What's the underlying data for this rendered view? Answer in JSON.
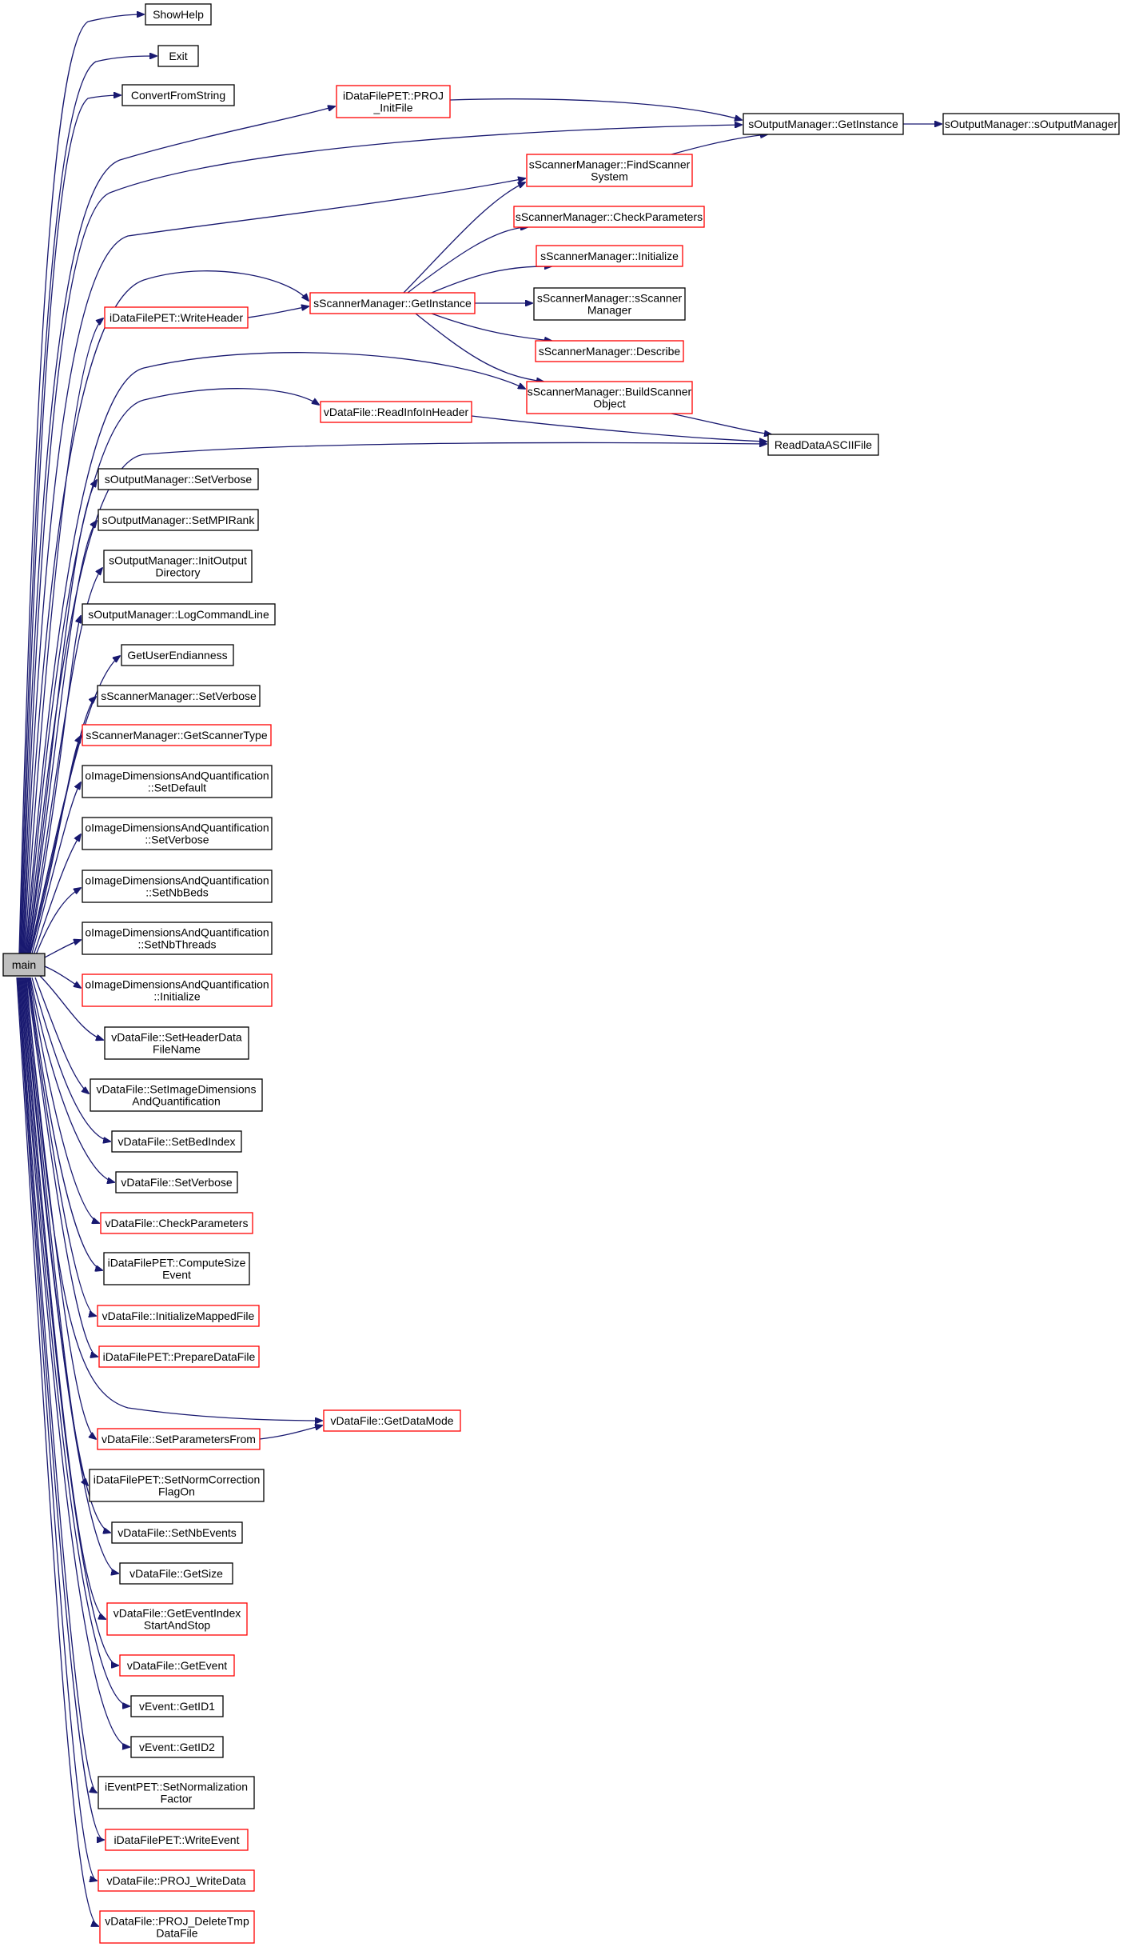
{
  "colors": {
    "edge": "#191970",
    "node_border": "#000000",
    "node_border_incomplete": "#ff0000",
    "root_fill": "#bfbfbf"
  },
  "graph": {
    "root": {
      "id": "main",
      "label": "main"
    },
    "nodes": [
      {
        "id": "showhelp",
        "lines": [
          "ShowHelp"
        ],
        "red": false
      },
      {
        "id": "exit",
        "lines": [
          "Exit"
        ],
        "red": false
      },
      {
        "id": "convertfromstring",
        "lines": [
          "ConvertFromString"
        ],
        "red": false
      },
      {
        "id": "proj-initfile",
        "lines": [
          "iDataFilePET::PROJ",
          "_InitFile"
        ],
        "red": true
      },
      {
        "id": "out-getinstance",
        "lines": [
          "sOutputManager::GetInstance"
        ],
        "red": false
      },
      {
        "id": "out-ctor",
        "lines": [
          "sOutputManager::sOutputManager"
        ],
        "red": false
      },
      {
        "id": "findscanner",
        "lines": [
          "sScannerManager::FindScanner",
          "System"
        ],
        "red": true
      },
      {
        "id": "checkparams-scanner",
        "lines": [
          "sScannerManager::CheckParameters"
        ],
        "red": true
      },
      {
        "id": "scanner-initialize",
        "lines": [
          "sScannerManager::Initialize"
        ],
        "red": true
      },
      {
        "id": "writeheader",
        "lines": [
          "iDataFilePET::WriteHeader"
        ],
        "red": true
      },
      {
        "id": "scanner-getinstance",
        "lines": [
          "sScannerManager::GetInstance"
        ],
        "red": true
      },
      {
        "id": "scanner-ctor",
        "lines": [
          "sScannerManager::sScanner",
          "Manager"
        ],
        "red": false
      },
      {
        "id": "scanner-describe",
        "lines": [
          "sScannerManager::Describe"
        ],
        "red": true
      },
      {
        "id": "buildscanner",
        "lines": [
          "sScannerManager::BuildScanner",
          "Object"
        ],
        "red": true
      },
      {
        "id": "readinfoinheader",
        "lines": [
          "vDataFile::ReadInfoInHeader"
        ],
        "red": true
      },
      {
        "id": "readdataascii",
        "lines": [
          "ReadDataASCIIFile"
        ],
        "red": false
      },
      {
        "id": "out-setverbose",
        "lines": [
          "sOutputManager::SetVerbose"
        ],
        "red": false
      },
      {
        "id": "out-setmpirank",
        "lines": [
          "sOutputManager::SetMPIRank"
        ],
        "red": false
      },
      {
        "id": "out-initoutputdir",
        "lines": [
          "sOutputManager::InitOutput",
          "Directory"
        ],
        "red": false
      },
      {
        "id": "out-logcommandline",
        "lines": [
          "sOutputManager::LogCommandLine"
        ],
        "red": false
      },
      {
        "id": "getuserendianness",
        "lines": [
          "GetUserEndianness"
        ],
        "red": false
      },
      {
        "id": "scanner-setverbose",
        "lines": [
          "sScannerManager::SetVerbose"
        ],
        "red": false
      },
      {
        "id": "scanner-getscannertype",
        "lines": [
          "sScannerManager::GetScannerType"
        ],
        "red": true
      },
      {
        "id": "oimg-setdefault",
        "lines": [
          "oImageDimensionsAndQuantification",
          "::SetDefault"
        ],
        "red": false
      },
      {
        "id": "oimg-setverbose",
        "lines": [
          "oImageDimensionsAndQuantification",
          "::SetVerbose"
        ],
        "red": false
      },
      {
        "id": "oimg-setnbbeds",
        "lines": [
          "oImageDimensionsAndQuantification",
          "::SetNbBeds"
        ],
        "red": false
      },
      {
        "id": "oimg-setnbthreads",
        "lines": [
          "oImageDimensionsAndQuantification",
          "::SetNbThreads"
        ],
        "red": false
      },
      {
        "id": "oimg-initialize",
        "lines": [
          "oImageDimensionsAndQuantification",
          "::Initialize"
        ],
        "red": true
      },
      {
        "id": "df-setheaderdatafilename",
        "lines": [
          "vDataFile::SetHeaderData",
          "FileName"
        ],
        "red": false
      },
      {
        "id": "df-setimagedimensions",
        "lines": [
          "vDataFile::SetImageDimensions",
          "AndQuantification"
        ],
        "red": false
      },
      {
        "id": "df-setbedindex",
        "lines": [
          "vDataFile::SetBedIndex"
        ],
        "red": false
      },
      {
        "id": "df-setverbose",
        "lines": [
          "vDataFile::SetVerbose"
        ],
        "red": false
      },
      {
        "id": "df-checkparameters",
        "lines": [
          "vDataFile::CheckParameters"
        ],
        "red": true
      },
      {
        "id": "pet-computesizeevent",
        "lines": [
          "iDataFilePET::ComputeSize",
          "Event"
        ],
        "red": false
      },
      {
        "id": "df-initializemappedfile",
        "lines": [
          "vDataFile::InitializeMappedFile"
        ],
        "red": true
      },
      {
        "id": "pet-preparedatafile",
        "lines": [
          "iDataFilePET::PrepareDataFile"
        ],
        "red": true
      },
      {
        "id": "df-getdatamode",
        "lines": [
          "vDataFile::GetDataMode"
        ],
        "red": true
      },
      {
        "id": "df-setparametersfrom",
        "lines": [
          "vDataFile::SetParametersFrom"
        ],
        "red": true
      },
      {
        "id": "pet-setnormcorrection",
        "lines": [
          "iDataFilePET::SetNormCorrection",
          "FlagOn"
        ],
        "red": false
      },
      {
        "id": "df-setnbevents",
        "lines": [
          "vDataFile::SetNbEvents"
        ],
        "red": false
      },
      {
        "id": "df-getsize",
        "lines": [
          "vDataFile::GetSize"
        ],
        "red": false
      },
      {
        "id": "df-geteventindex",
        "lines": [
          "vDataFile::GetEventIndex",
          "StartAndStop"
        ],
        "red": true
      },
      {
        "id": "df-getevent",
        "lines": [
          "vDataFile::GetEvent"
        ],
        "red": true
      },
      {
        "id": "ev-getid1",
        "lines": [
          "vEvent::GetID1"
        ],
        "red": false
      },
      {
        "id": "ev-getid2",
        "lines": [
          "vEvent::GetID2"
        ],
        "red": false
      },
      {
        "id": "evpet-setnormfactor",
        "lines": [
          "iEventPET::SetNormalization",
          "Factor"
        ],
        "red": false
      },
      {
        "id": "pet-writeevent",
        "lines": [
          "iDataFilePET::WriteEvent"
        ],
        "red": true
      },
      {
        "id": "df-projwritedata",
        "lines": [
          "vDataFile::PROJ_WriteData"
        ],
        "red": true
      },
      {
        "id": "df-projdeletetmp",
        "lines": [
          "vDataFile::PROJ_DeleteTmp",
          "DataFile"
        ],
        "red": true
      }
    ]
  }
}
